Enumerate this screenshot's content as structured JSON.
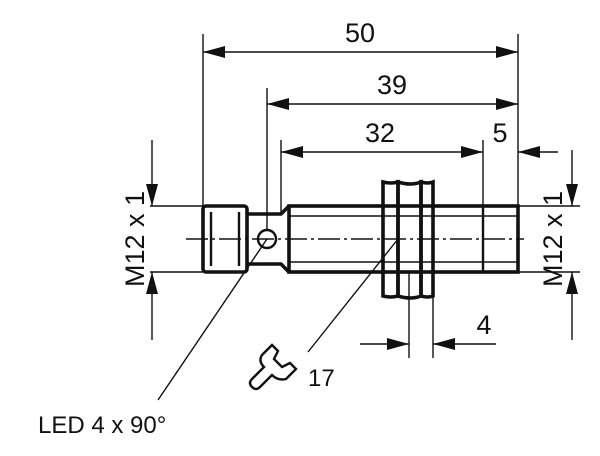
{
  "dimensions": {
    "overall_length": "50",
    "thread_length": "39",
    "thread_length_inner": "32",
    "end_length": "5",
    "nut_thickness": "4",
    "wrench_size": "17",
    "thread_left": "M12 x 1",
    "thread_right": "M12 x 1"
  },
  "labels": {
    "led": "LED 4 x 90°"
  },
  "icons": {
    "wrench": "wrench-icon"
  }
}
